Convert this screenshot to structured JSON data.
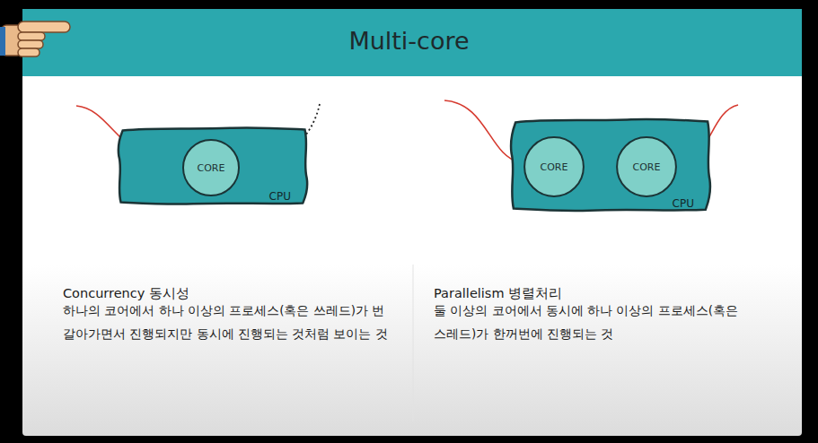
{
  "diagram": {
    "title": "Multi-core",
    "nodes": [
      {
        "text": [
          "CPU"
        ]
      },
      {
        "text": [
          "CORE"
        ],
        "in": 0
      },
      {
        "text": [
          "CPU"
        ]
      },
      {
        "text": [
          "CORE"
        ],
        "in": 2
      },
      {
        "text": [
          "CORE"
        ],
        "in": 2
      }
    ],
    "labels": [
      "Concurrency 동시성",
      "하나의 코어에서 하나 이상의 프로세스(혹은 쓰레드)가 번갈아가면서 진행되지만 동시에 진행되는 것처럼 보이는 것",
      "Parallelism 병렬처리",
      "둘 이상의 코어에서 동시에 하나 이상의 프로세스(혹은 스레드)가 한꺼번에 진행되는 것"
    ]
  }
}
